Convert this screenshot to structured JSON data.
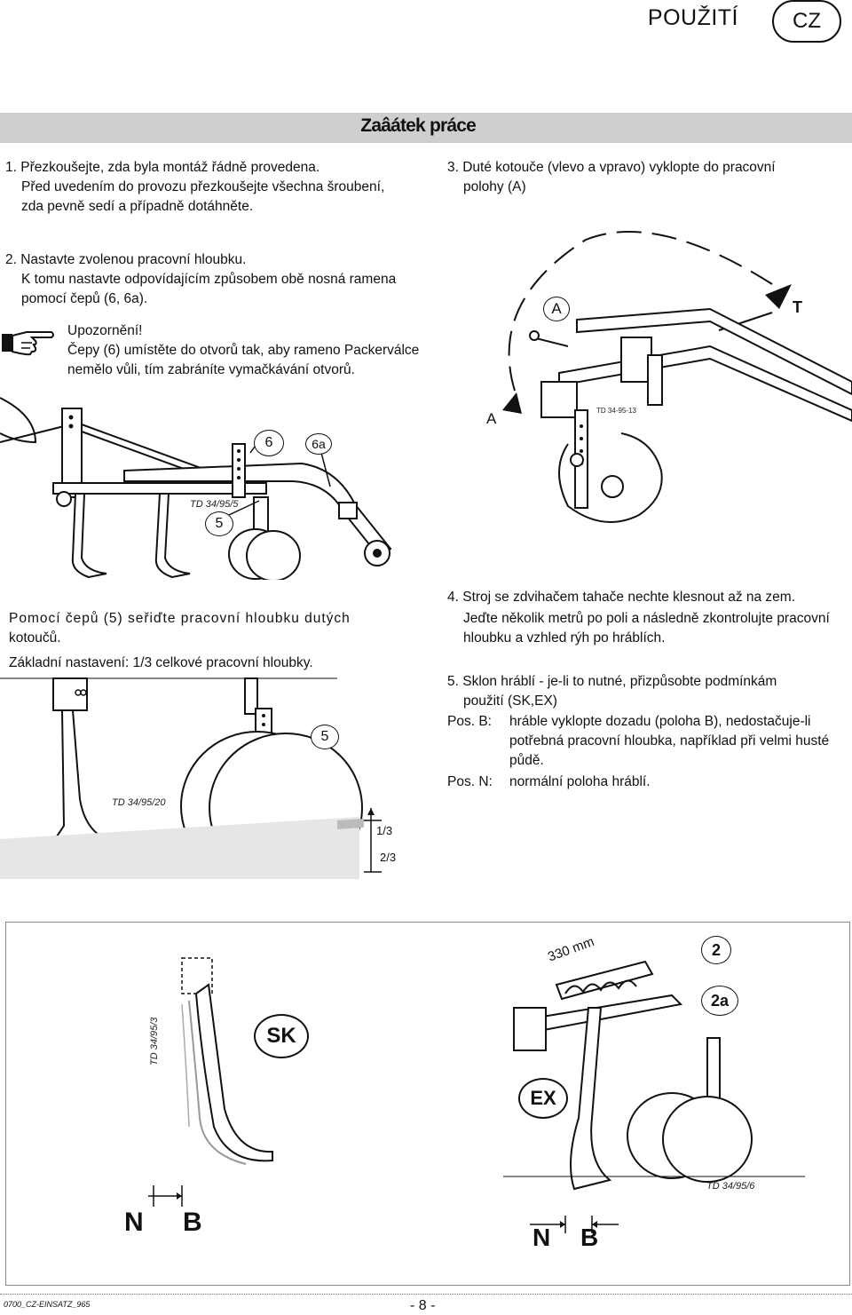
{
  "header": {
    "title": "POUŽITÍ",
    "badge": "CZ"
  },
  "section_title": "Zaâátek práce",
  "step1": {
    "line1": "1. Přezkoušejte, zda byla montáž řádně provedena.",
    "line2": "Před uvedením do provozu přezkoušejte všechna šroubení,",
    "line3": "zda pevně sedí a případně dotáhněte."
  },
  "step3": {
    "line1": "3. Duté kotouče (vlevo a vpravo) vyklopte do pracovní",
    "line2": "polohy (A)"
  },
  "step2": {
    "line1": "2. Nastavte zvolenou pracovní hloubku.",
    "line2": "K tomu nastavte odpovídajícím způsobem obě nosná ramena",
    "line3": "pomocí čepů (6, 6a).",
    "warn_title": "Upozornění!",
    "warn_line1": "Čepy (6) umístěte do otvorů tak, aby rameno Packerválce",
    "warn_line2": "nemělo vůli, tím zabráníte vymačkávání otvorů."
  },
  "fig1": {
    "label6": "6",
    "label6a": "6a",
    "label5": "5",
    "code": "TD 34/95/5"
  },
  "fig2": {
    "labelA_top": "A",
    "labelA_bottom": "A",
    "labelT": "T",
    "code": "TD 34-95-13"
  },
  "depth": {
    "line1": "Pomocí čepů (5) seřiďte pracovní hloubku dutých",
    "line2": "kotoučů.",
    "line3": "Základní nastavení: 1/3 celkové pracovní hloubky."
  },
  "fig3": {
    "label5": "5",
    "code": "TD 34/95/20",
    "third1": "1/3",
    "third2": "2/3"
  },
  "step4": {
    "line1": "4. Stroj se zdvihačem tahače nechte klesnout až na zem.",
    "line2": "Jeďte několik metrů po poli a následně zkontrolujte pracovní",
    "line3": "hloubku a vzhled rýh po hráblích."
  },
  "step5": {
    "line1": "5. Sklon hráblí - je-li to nutné, přizpůsobte podmínkám",
    "line2": "použití (SK,EX)",
    "posB_label": "Pos. B:",
    "posB_line1": "hráble vyklopte dozadu (poloha B), nedostačuje-li",
    "posB_line2": "potřebná pracovní hloubka, například při velmi husté",
    "posB_line3": "půdě.",
    "posN_label": "Pos. N:",
    "posN_text": "normální poloha hráblí."
  },
  "fig4": {
    "sk": "SK",
    "ex": "EX",
    "mm": "330 mm",
    "label2": "2",
    "label2a": "2a",
    "code_left": "TD 34/95/3",
    "code_right": "TD 34/95/6",
    "n_left": "N",
    "b_left": "B",
    "n_right": "N",
    "b_right": "B"
  },
  "footer": {
    "code": "0700_CZ-EINSATZ_965",
    "page": "- 8 -"
  }
}
